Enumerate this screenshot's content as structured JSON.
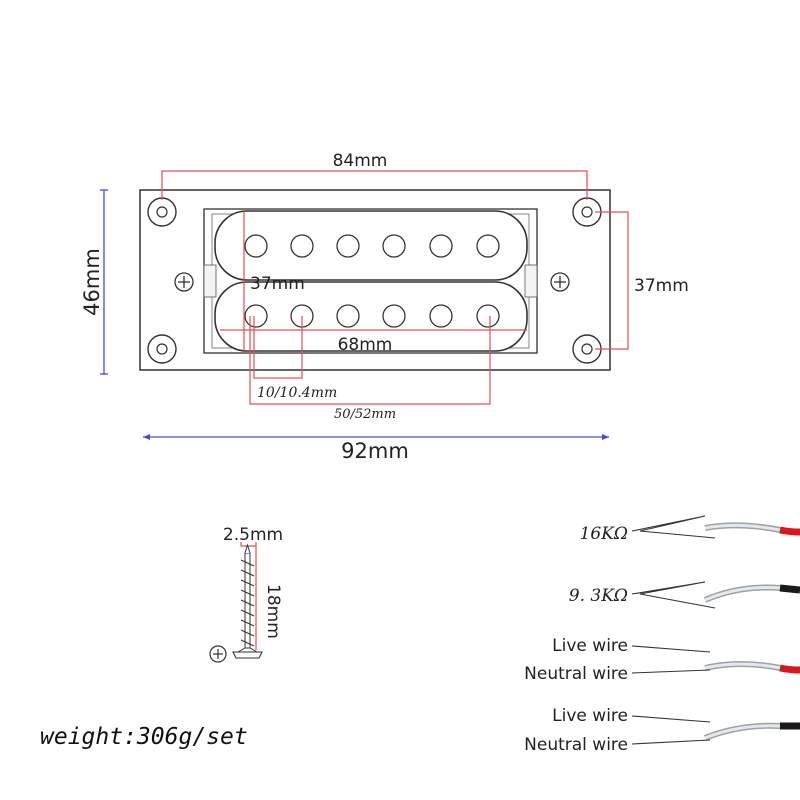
{
  "colors": {
    "dimension_red": "#e0505a",
    "dimension_blue": "#4a4ad0",
    "outline": "#333333",
    "wire_red": "#d8161b",
    "wire_black": "#1a1a1a",
    "shield": "#cfd4d6"
  },
  "dimensions": {
    "mounting_span": "84mm",
    "frame_height": "46mm",
    "coil_height_inner": "37mm",
    "coil_height_outer": "37mm",
    "pole_row_width": "68mm",
    "pole_spacing": "10/10.4mm",
    "pole_span": "50/52mm",
    "frame_width": "92mm"
  },
  "screw": {
    "diameter": "2.5mm",
    "length": "18mm",
    "icon": "phillips-screw-icon"
  },
  "wires": {
    "resistance_1": "16KΩ",
    "resistance_2": "9. 3KΩ",
    "live_1": "Live wire",
    "neutral_1": "Neutral wire",
    "live_2": "Live wire",
    "neutral_2": "Neutral wire"
  },
  "weight": "weight:306g/set"
}
